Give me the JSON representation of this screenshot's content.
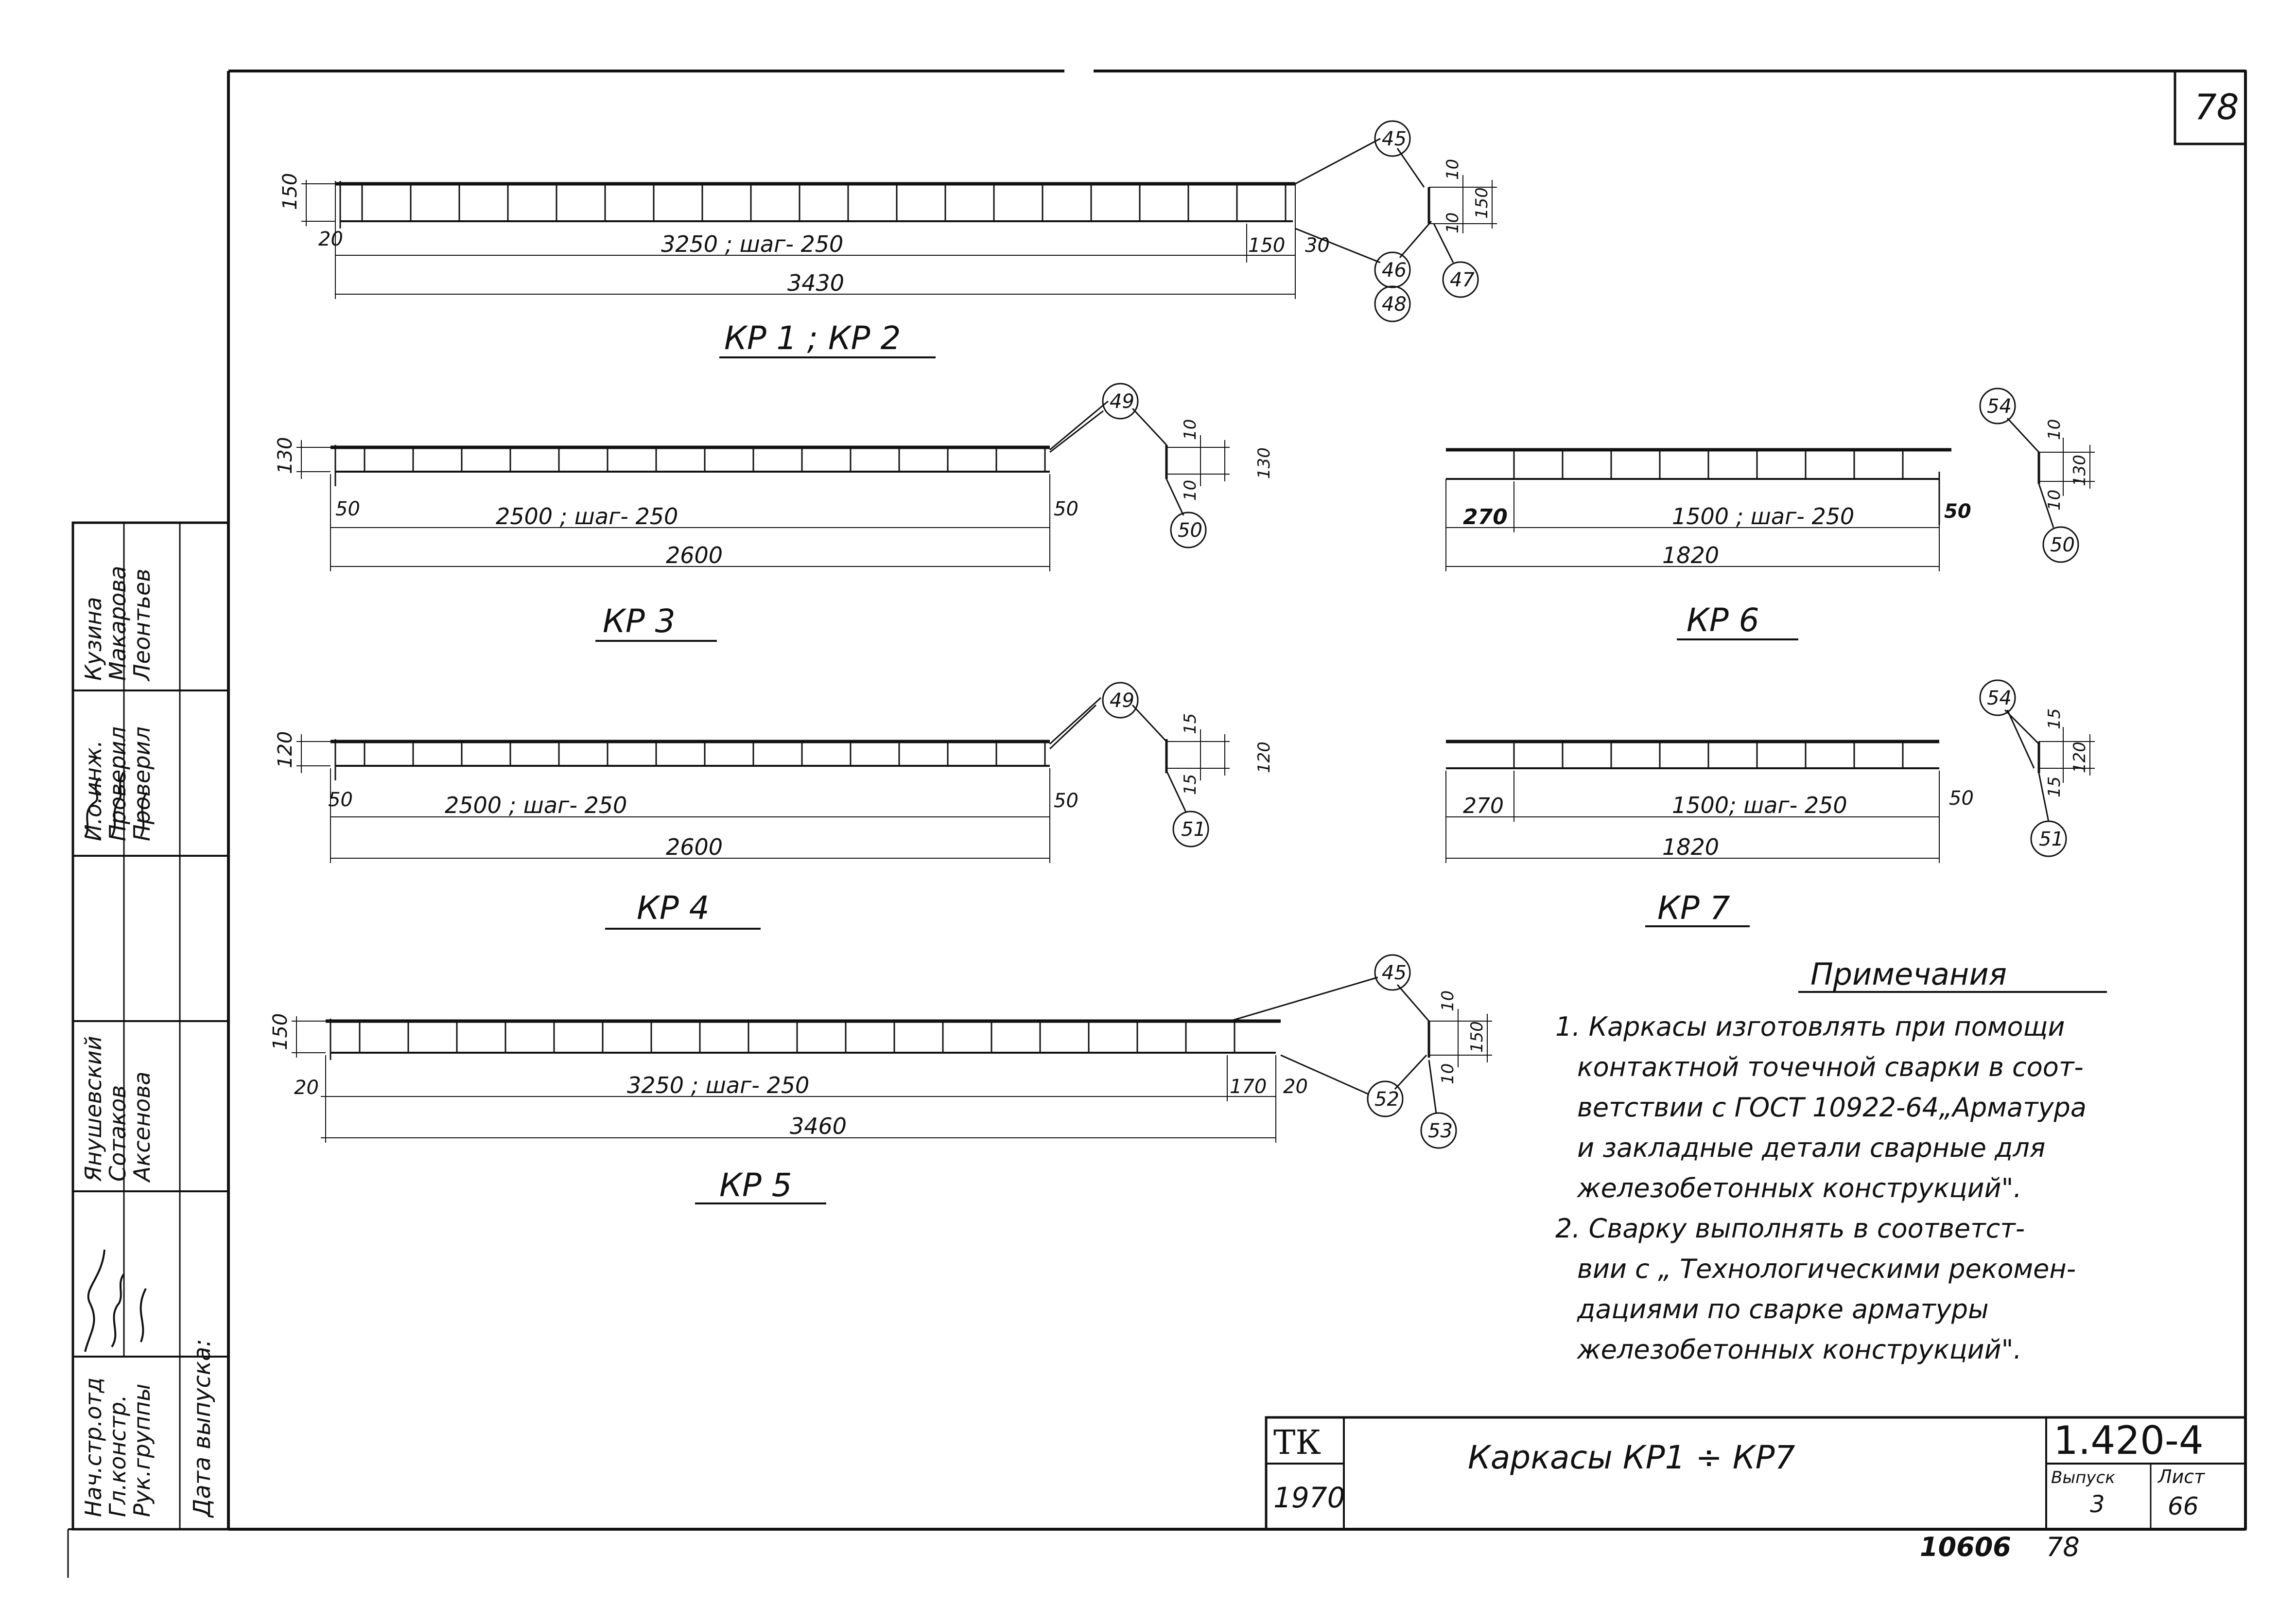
{
  "sheet": {
    "page_corner": "78",
    "stamp": "10606",
    "stamp_page": "78"
  },
  "frames": [
    {
      "id": "kr1",
      "label": "КР 1 ; КР 2",
      "height_dim": "150",
      "span": "3250 ; шаг- 250",
      "left": "20",
      "right_a": "150",
      "right_b": "30",
      "total": "3430",
      "detail": {
        "markers": [
          "45",
          "46",
          "48",
          "47"
        ],
        "dims": [
          "10",
          "150",
          "10"
        ]
      }
    },
    {
      "id": "kr3",
      "label": "КР 3",
      "height_dim": "130",
      "span": "2500 ; шаг- 250",
      "left": "50",
      "right_a": "50",
      "total": "2600",
      "detail": {
        "markers": [
          "49",
          "50"
        ],
        "dims": [
          "10",
          "130",
          "10"
        ]
      }
    },
    {
      "id": "kr4",
      "label": "КР 4",
      "height_dim": "120",
      "span": "2500 ;  шаг- 250",
      "left": "50",
      "right_a": "50",
      "total": "2600",
      "detail": {
        "markers": [
          "49",
          "51"
        ],
        "dims": [
          "15",
          "120",
          "15"
        ]
      }
    },
    {
      "id": "kr5",
      "label": "КР 5",
      "height_dim": "150",
      "span": "3250 ;  шаг- 250",
      "left": "20",
      "right_a": "170",
      "right_b": "20",
      "total": "3460",
      "detail": {
        "markers": [
          "45",
          "52",
          "53"
        ],
        "dims": [
          "10",
          "150",
          "10"
        ]
      }
    },
    {
      "id": "kr6",
      "label": "КР 6",
      "span": "1500 ; шаг- 250",
      "left": "270",
      "right_a": "50",
      "total": "1820",
      "detail": {
        "markers": [
          "54",
          "50"
        ],
        "dims": [
          "10",
          "130",
          "10"
        ]
      }
    },
    {
      "id": "kr7",
      "label": "КР 7",
      "span": "1500; шаг- 250",
      "left": "270",
      "right_a": "50",
      "total": "1820",
      "detail": {
        "markers": [
          "54",
          "51"
        ],
        "dims": [
          "15",
          "120",
          "15"
        ]
      }
    }
  ],
  "notes": {
    "heading": "Примечания",
    "lines": [
      "1. Каркасы   изготовлять при помощи",
      "контактной точечной сварки в соот-",
      "ветствии  с  ГОСТ  10922-64„Арматура",
      "и закладные  детали  сварные  для",
      "железобетонных   конструкций\".",
      "2. Сварку  выполнять  в  соответст-",
      "вии с „ Технологическими  рекомен-",
      "дациями  по  сварке  арматуры",
      "железобетонных  конструкций\"."
    ]
  },
  "title_block": {
    "org": "ТК",
    "year": "1970",
    "title": "Каркасы  КР1 ÷ КР7",
    "doc_number": "1.420-4",
    "issue_label": "Выпуск",
    "issue_value": "3",
    "sheet_label": "Лист",
    "sheet_value": "66"
  },
  "signatures": {
    "roles": [
      "Нач.стр.отд",
      "Гл.констр.",
      "Рук.группы",
      "И.о.инж.",
      "Проверил",
      "Проверил"
    ],
    "names": [
      "Янушевский",
      "Сотаков",
      "Аксенова",
      "Кузина",
      "Макарова",
      "Леонтьев"
    ],
    "release_date_label": "Дата выпуска:"
  }
}
